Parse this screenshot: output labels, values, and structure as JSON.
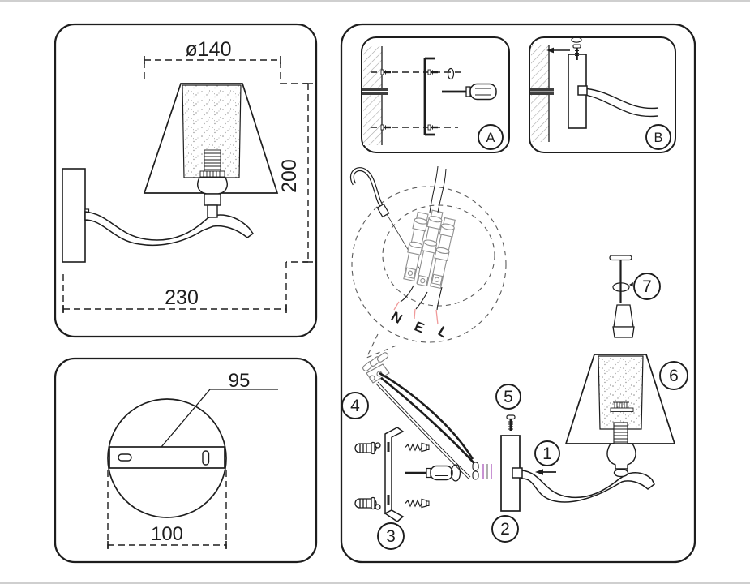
{
  "dimensions": {
    "shade_diameter": "ø140",
    "fixture_height": "200",
    "fixture_width": "230",
    "plate_hole_spacing": "95",
    "plate_width": "100"
  },
  "steps": {
    "a": "A",
    "b": "B"
  },
  "wires": {
    "neutral": "N",
    "earth": "E",
    "live": "L"
  },
  "parts": {
    "p1": "1",
    "p2": "2",
    "p3": "3",
    "p4": "4",
    "p5": "5",
    "p6": "6",
    "p7": "7"
  },
  "colors": {
    "line": "#1d1d1d",
    "gray": "#8f8f8f",
    "leader_pink": "#f09a9a",
    "tick_violet": "#bb76c8",
    "tick_gray": "#9a9a9a"
  }
}
